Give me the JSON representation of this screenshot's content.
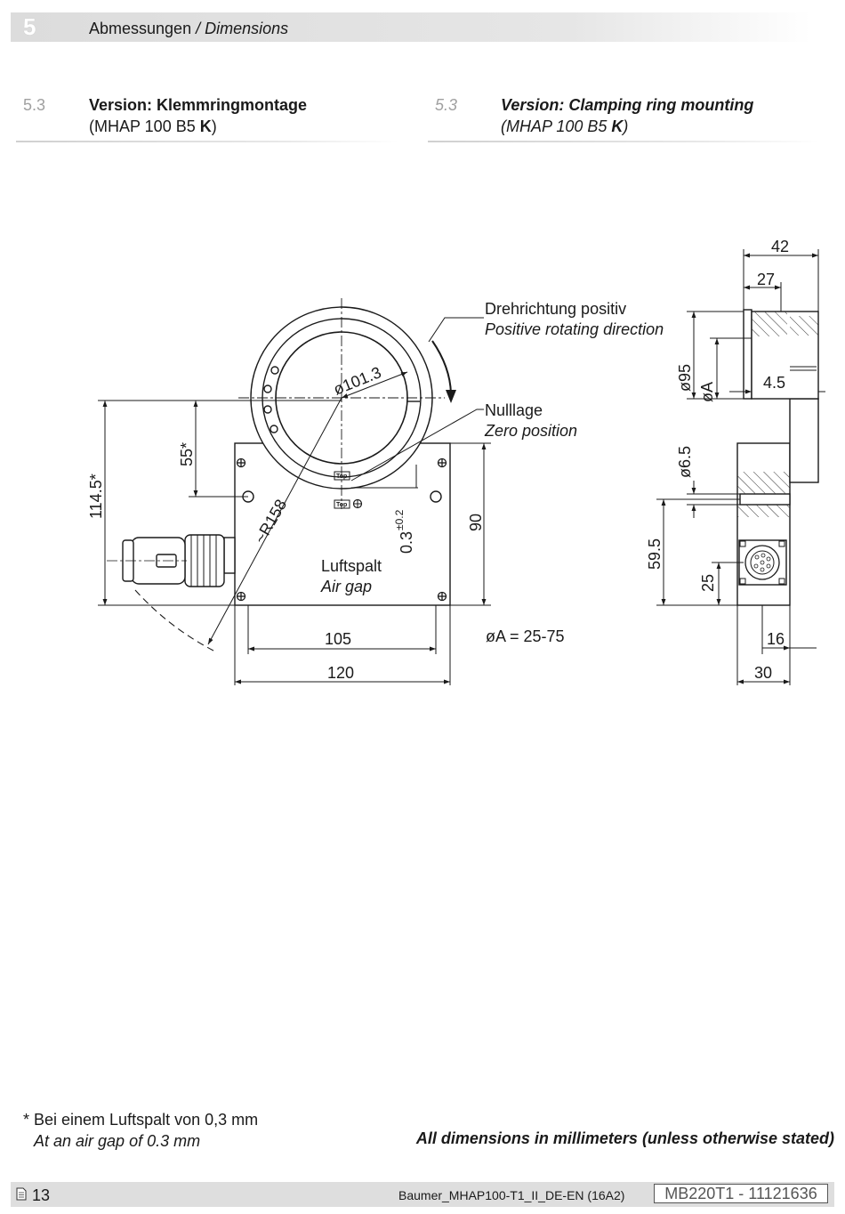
{
  "header": {
    "chapter": "5",
    "title_de": "Abmessungen",
    "title_sep": " / ",
    "title_en": "Dimensions"
  },
  "section_de": {
    "num": "5.3",
    "title": "Version: Klemmringmontage",
    "sub_pre": "(MHAP 100 B5 ",
    "sub_bold": "K",
    "sub_post": ")"
  },
  "section_en": {
    "num": "5.3",
    "title": "Version: Clamping ring mounting",
    "sub_pre": "(MHAP 100 B5 ",
    "sub_bold": "K",
    "sub_post": ")"
  },
  "drawing": {
    "rotation_de": "Drehrichtung positiv",
    "rotation_en": "Positive rotating direction",
    "zero_de": "Nulllage",
    "zero_en": "Zero position",
    "airgap_de": "Luftspalt",
    "airgap_en": "Air gap",
    "dia_a_range": "øA = 25-75",
    "top_mark": "Top",
    "dims": {
      "d101": "ø101.3",
      "r158": "~R158",
      "d55": "55*",
      "d114": "114.5*",
      "d03": "0.3",
      "d03_tol": "±0.2",
      "d90": "90",
      "d105": "105",
      "d120": "120",
      "d42": "42",
      "d27": "27",
      "d95": "ø95",
      "dA": "øA",
      "d45": "4.5",
      "d65": "ø6.5",
      "d595": "59.5",
      "d25": "25",
      "d16": "16",
      "d30": "30"
    }
  },
  "footnote": {
    "de": "* Bei einem Luftspalt von 0,3 mm",
    "en": "At an air gap of 0.3 mm"
  },
  "all_dims": "All dimensions in millimeters (unless otherwise stated)",
  "footer": {
    "page": "13",
    "doc": "Baumer_MHAP100-T1_II_DE-EN  (16A2)",
    "code": "MB220T1 - 11121636"
  }
}
